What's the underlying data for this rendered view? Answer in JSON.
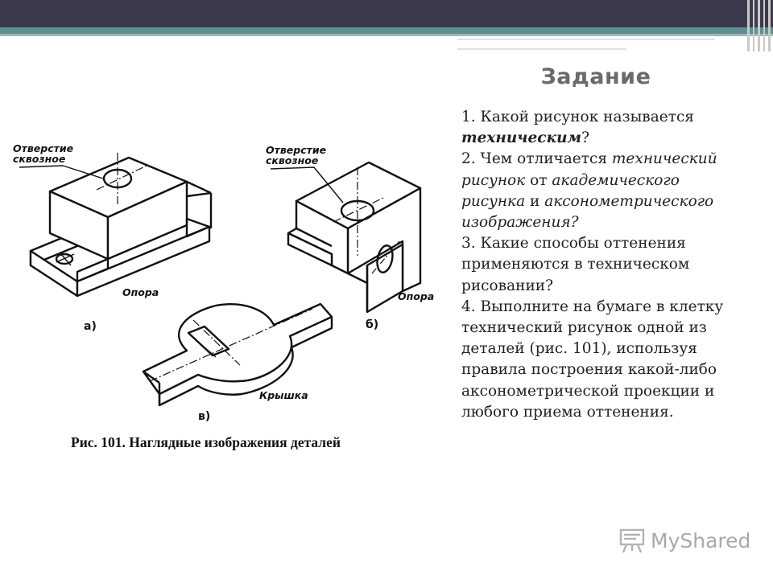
{
  "slide": {
    "title": "Задание"
  },
  "tasks": [
    {
      "number": "1.",
      "before": "Какой рисунок называется ",
      "emph": "техническим",
      "after": "?"
    },
    {
      "number": "2.",
      "before": "Чем отличается ",
      "emph1": "технический рисунок",
      "middle": " от ",
      "emph2": "академического рисунка",
      "and": " и ",
      "emph3": "аксонометрического изображения?"
    },
    {
      "number": "3.",
      "text": "Какие способы оттенения применяются в техническом рисовании?"
    },
    {
      "number": "4.",
      "text": "Выполните на бумаге в клетку технический рисунок одной из деталей (рис. 101), используя правила построения какой-либо аксонометрической проекции и любого приема оттенения."
    }
  ],
  "figure": {
    "caption": "Рис. 101. Наглядные изображения деталей",
    "label_hole_a_line1": "Отверстие",
    "label_hole_a_line2": "сквозное",
    "label_hole_b_line1": "Отверстие",
    "label_hole_b_line2": "сквозное",
    "label_support_a": "Опора",
    "label_support_b": "Опора",
    "label_cover": "Крышка",
    "sub_a": "а)",
    "sub_b": "б)",
    "sub_c": "в)"
  },
  "watermark": {
    "brand": "MyShared",
    "icon": "presentation-board-icon"
  }
}
